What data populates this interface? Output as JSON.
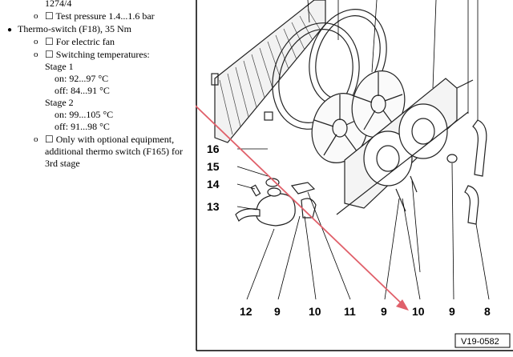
{
  "text": {
    "line_top": "1274/4",
    "test_pressure": "☐ Test pressure 1.4...1.6 bar",
    "thermo_switch": "Thermo-switch (F18), 35 Nm",
    "for_fan": "☐ For electric fan",
    "switching": "☐ Switching temperatures:",
    "stage1": "Stage 1",
    "stage1_on": "on: 92...97 °C",
    "stage1_off": "off: 84...91 °C",
    "stage2": "Stage 2",
    "stage2_on": "on: 99...105 °C",
    "stage2_off": "off: 91...98 °C",
    "optional_1": "☐ Only with optional equipment,",
    "optional_2": "additional thermo switch (F165) for",
    "optional_3": "3rd stage"
  },
  "diagram": {
    "labels": {
      "n16": "16",
      "n15": "15",
      "n14": "14",
      "n13": "13",
      "b12": "12",
      "b9a": "9",
      "b10a": "10",
      "b11": "11",
      "b9b": "9",
      "b10b": "10",
      "b9c": "9",
      "b8": "8"
    },
    "reference": "V19-0582",
    "arrow_color": "#e0606a"
  }
}
